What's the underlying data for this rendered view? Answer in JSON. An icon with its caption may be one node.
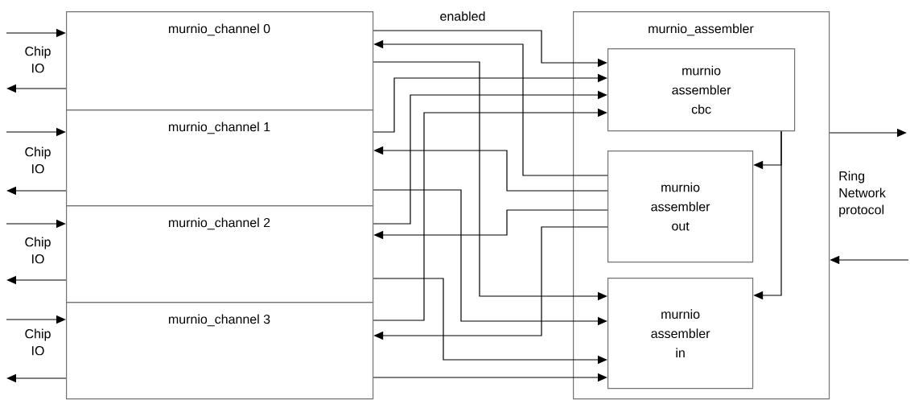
{
  "diagram": {
    "nodes": [
      {
        "text": [
          "murnio_channel 0"
        ]
      },
      {
        "text": [
          "murnio_channel 1"
        ]
      },
      {
        "text": [
          "murnio_channel 2"
        ]
      },
      {
        "text": [
          "murnio_channel 3"
        ]
      },
      {
        "text": [
          "murnio_assembler"
        ]
      },
      {
        "text": [
          "murnio assembler cbc"
        ],
        "in": 4
      },
      {
        "text": [
          "murnio assembler out"
        ],
        "in": 4
      },
      {
        "text": [
          "murnio assembler in"
        ],
        "in": 4
      }
    ],
    "edges": [
      {
        "from": null,
        "to": 0,
        "arrow": "to"
      },
      {
        "from": 0,
        "to": null,
        "arrow": "to"
      },
      {
        "from": null,
        "to": 1,
        "arrow": "to"
      },
      {
        "from": 1,
        "to": null,
        "arrow": "to"
      },
      {
        "from": null,
        "to": 2,
        "arrow": "to"
      },
      {
        "from": 2,
        "to": null,
        "arrow": "to"
      },
      {
        "from": null,
        "to": 3,
        "arrow": "to"
      },
      {
        "from": 3,
        "to": null,
        "arrow": "to"
      },
      {
        "from": 0,
        "to": 5,
        "arrow": "to",
        "label": "enabled"
      },
      {
        "from": 6,
        "to": 0,
        "arrow": "to"
      },
      {
        "from": 0,
        "to": 7,
        "arrow": "to"
      },
      {
        "from": 1,
        "to": 5,
        "arrow": "to"
      },
      {
        "from": 2,
        "to": 5,
        "arrow": "to"
      },
      {
        "from": 3,
        "to": 5,
        "arrow": "to"
      },
      {
        "from": 6,
        "to": 1,
        "arrow": "to"
      },
      {
        "from": 1,
        "to": 7,
        "arrow": "to"
      },
      {
        "from": 6,
        "to": 2,
        "arrow": "to"
      },
      {
        "from": 6,
        "to": 3,
        "arrow": "to"
      },
      {
        "from": 2,
        "to": 7,
        "arrow": "to"
      },
      {
        "from": 3,
        "to": 7,
        "arrow": "to"
      },
      {
        "from": 5,
        "to": 6,
        "arrow": "to"
      },
      {
        "from": 5,
        "to": 7,
        "arrow": "to"
      },
      {
        "from": 4,
        "to": null,
        "arrow": "to"
      },
      {
        "from": null,
        "to": 4,
        "arrow": "to"
      }
    ],
    "labels": [
      "Chip IO",
      "Chip IO",
      "Chip IO",
      "Chip IO",
      "Ring Network protocol"
    ]
  }
}
